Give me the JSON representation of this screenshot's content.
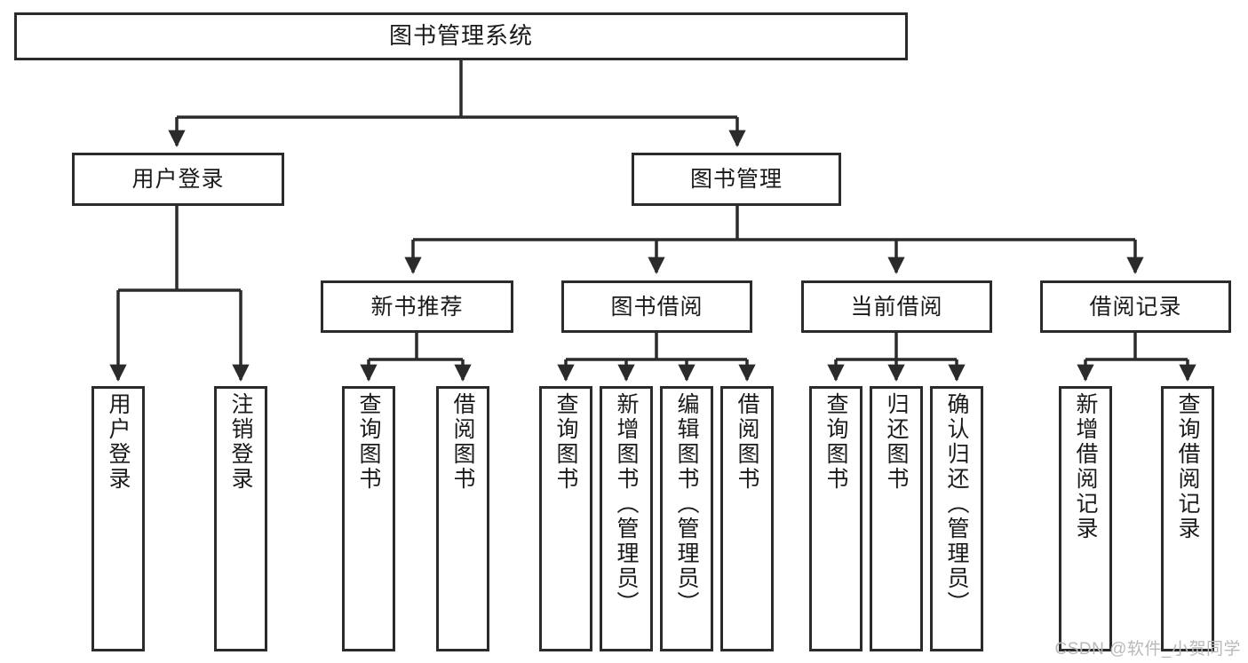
{
  "diagram": {
    "title": "图书管理系统",
    "type": "tree-hierarchy",
    "watermark": "CSDN @软件_小贺同学",
    "colors": {
      "background": "#ffffff",
      "box_border": "#2b2b2b",
      "box_fill": "#ffffff",
      "text": "#1a1a1a",
      "edge": "#2b2b2b",
      "watermark": "#b9b9b9"
    },
    "levels": {
      "root": {
        "label": "图书管理系统"
      },
      "level1": [
        {
          "id": "user-login",
          "label": "用户登录"
        },
        {
          "id": "book-manage",
          "label": "图书管理"
        }
      ],
      "level2": [
        {
          "id": "new-book-rec",
          "label": "新书推荐",
          "parent": "book-manage"
        },
        {
          "id": "book-borrow",
          "label": "图书借阅",
          "parent": "book-manage"
        },
        {
          "id": "current-borrow",
          "label": "当前借阅",
          "parent": "book-manage"
        },
        {
          "id": "borrow-record",
          "label": "借阅记录",
          "parent": "book-manage"
        }
      ],
      "leaves": [
        {
          "id": "leaf-user-login",
          "label": "用户登录",
          "parent": "user-login"
        },
        {
          "id": "leaf-logout",
          "label": "注销登录",
          "parent": "user-login"
        },
        {
          "id": "leaf-query-book-1",
          "label": "查询图书",
          "parent": "new-book-rec"
        },
        {
          "id": "leaf-borrow-book-1",
          "label": "借阅图书",
          "parent": "new-book-rec"
        },
        {
          "id": "leaf-query-book-2",
          "label": "查询图书",
          "parent": "book-borrow"
        },
        {
          "id": "leaf-add-book",
          "label": "新增图书（管理员）",
          "parent": "book-borrow"
        },
        {
          "id": "leaf-edit-book",
          "label": "编辑图书（管理员）",
          "parent": "book-borrow"
        },
        {
          "id": "leaf-borrow-book-2",
          "label": "借阅图书",
          "parent": "book-borrow"
        },
        {
          "id": "leaf-query-book-3",
          "label": "查询图书",
          "parent": "current-borrow"
        },
        {
          "id": "leaf-return-book",
          "label": "归还图书",
          "parent": "current-borrow"
        },
        {
          "id": "leaf-confirm-return",
          "label": "确认归还（管理员）",
          "parent": "current-borrow"
        },
        {
          "id": "leaf-add-record",
          "label": "新增借阅记录",
          "parent": "borrow-record"
        },
        {
          "id": "leaf-query-record",
          "label": "查询借阅记录",
          "parent": "borrow-record"
        }
      ]
    }
  }
}
